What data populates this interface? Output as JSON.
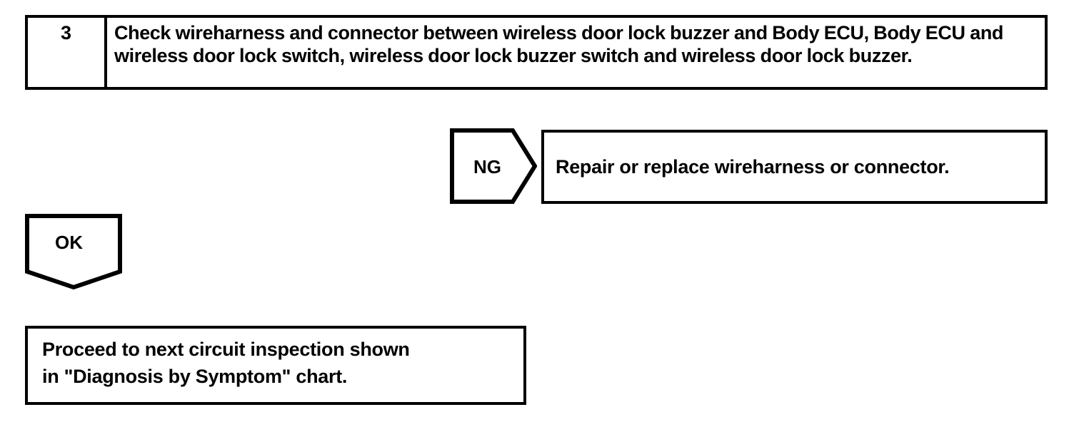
{
  "page": {
    "title": "Diagnostic Troubleshooting Flowchart",
    "background_color": "#ffffff",
    "line_color": "#000000"
  },
  "step": {
    "number": "3",
    "instruction": "Check wireharness and connector between wireless door lock buzzer and Body ECU, Body ECU and wireless door lock switch, wireless door lock buzzer switch and wireless door lock buzzer."
  },
  "branches": {
    "ng": {
      "label": "NG",
      "marker_shape": "pentagon-right",
      "action": "Repair or replace wireharness or connector."
    },
    "ok": {
      "label": "OK",
      "marker_shape": "pentagon-down",
      "action": "Proceed to next circuit inspection shown\nin \"Diagnosis by Symptom\" chart."
    }
  }
}
